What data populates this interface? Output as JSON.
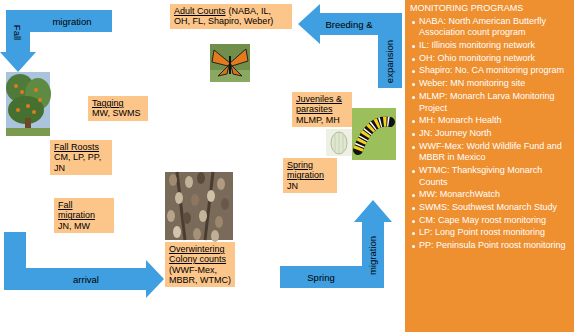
{
  "diagram": {
    "nodes": [
      {
        "text": [
          "Fall",
          "migration"
        ]
      },
      {
        "text": [
          "Adult Counts",
          "(NABA, IL, OH, FL, Shapiro, Weber)"
        ]
      },
      {
        "text": [
          "Breeding &",
          "expansion"
        ]
      },
      {
        "text": [
          "MONITORING PROGRAMS",
          "NABA: North American Butterfly Association count program",
          "IL: Illinois monitoring network",
          "OH: Ohio monitoring network",
          "Shapiro: No. CA monitoring program",
          "Weber: MN monitoring site",
          "MLMP: Monarch Larva Monitoring Project",
          "MH: Monarch Health",
          "JN: Journey North",
          "WWF-Mex: World Wildlife Fund and MBBR in Mexico",
          "WTMC: Thanksgiving Monarch Counts",
          "MW: MonarchWatch",
          "SWMS: Southwest Monarch Study",
          "CM: Cape May roost monitoring",
          "LP: Long Point roost monitoring",
          "PP: Peninsula Point roost monitoring"
        ]
      },
      {
        "text": [
          "Tagging",
          "MW, SWMS"
        ]
      },
      {
        "text": [
          "Juveniles & parasites",
          "MLMP, MH"
        ]
      },
      {
        "text": [
          "Fall Roosts",
          "CM, LP, PP, JN"
        ]
      },
      {
        "text": [
          "Spring migration",
          "JN"
        ]
      },
      {
        "text": [
          "Fall migration",
          "JN, MW"
        ]
      },
      {
        "text": [
          "Spring",
          "migration"
        ]
      },
      {
        "text": [
          "Overwintering Colony counts",
          "(WWF-Mex, MBBR, WTMC)"
        ]
      },
      {
        "text": [
          "arrival"
        ]
      }
    ]
  }
}
